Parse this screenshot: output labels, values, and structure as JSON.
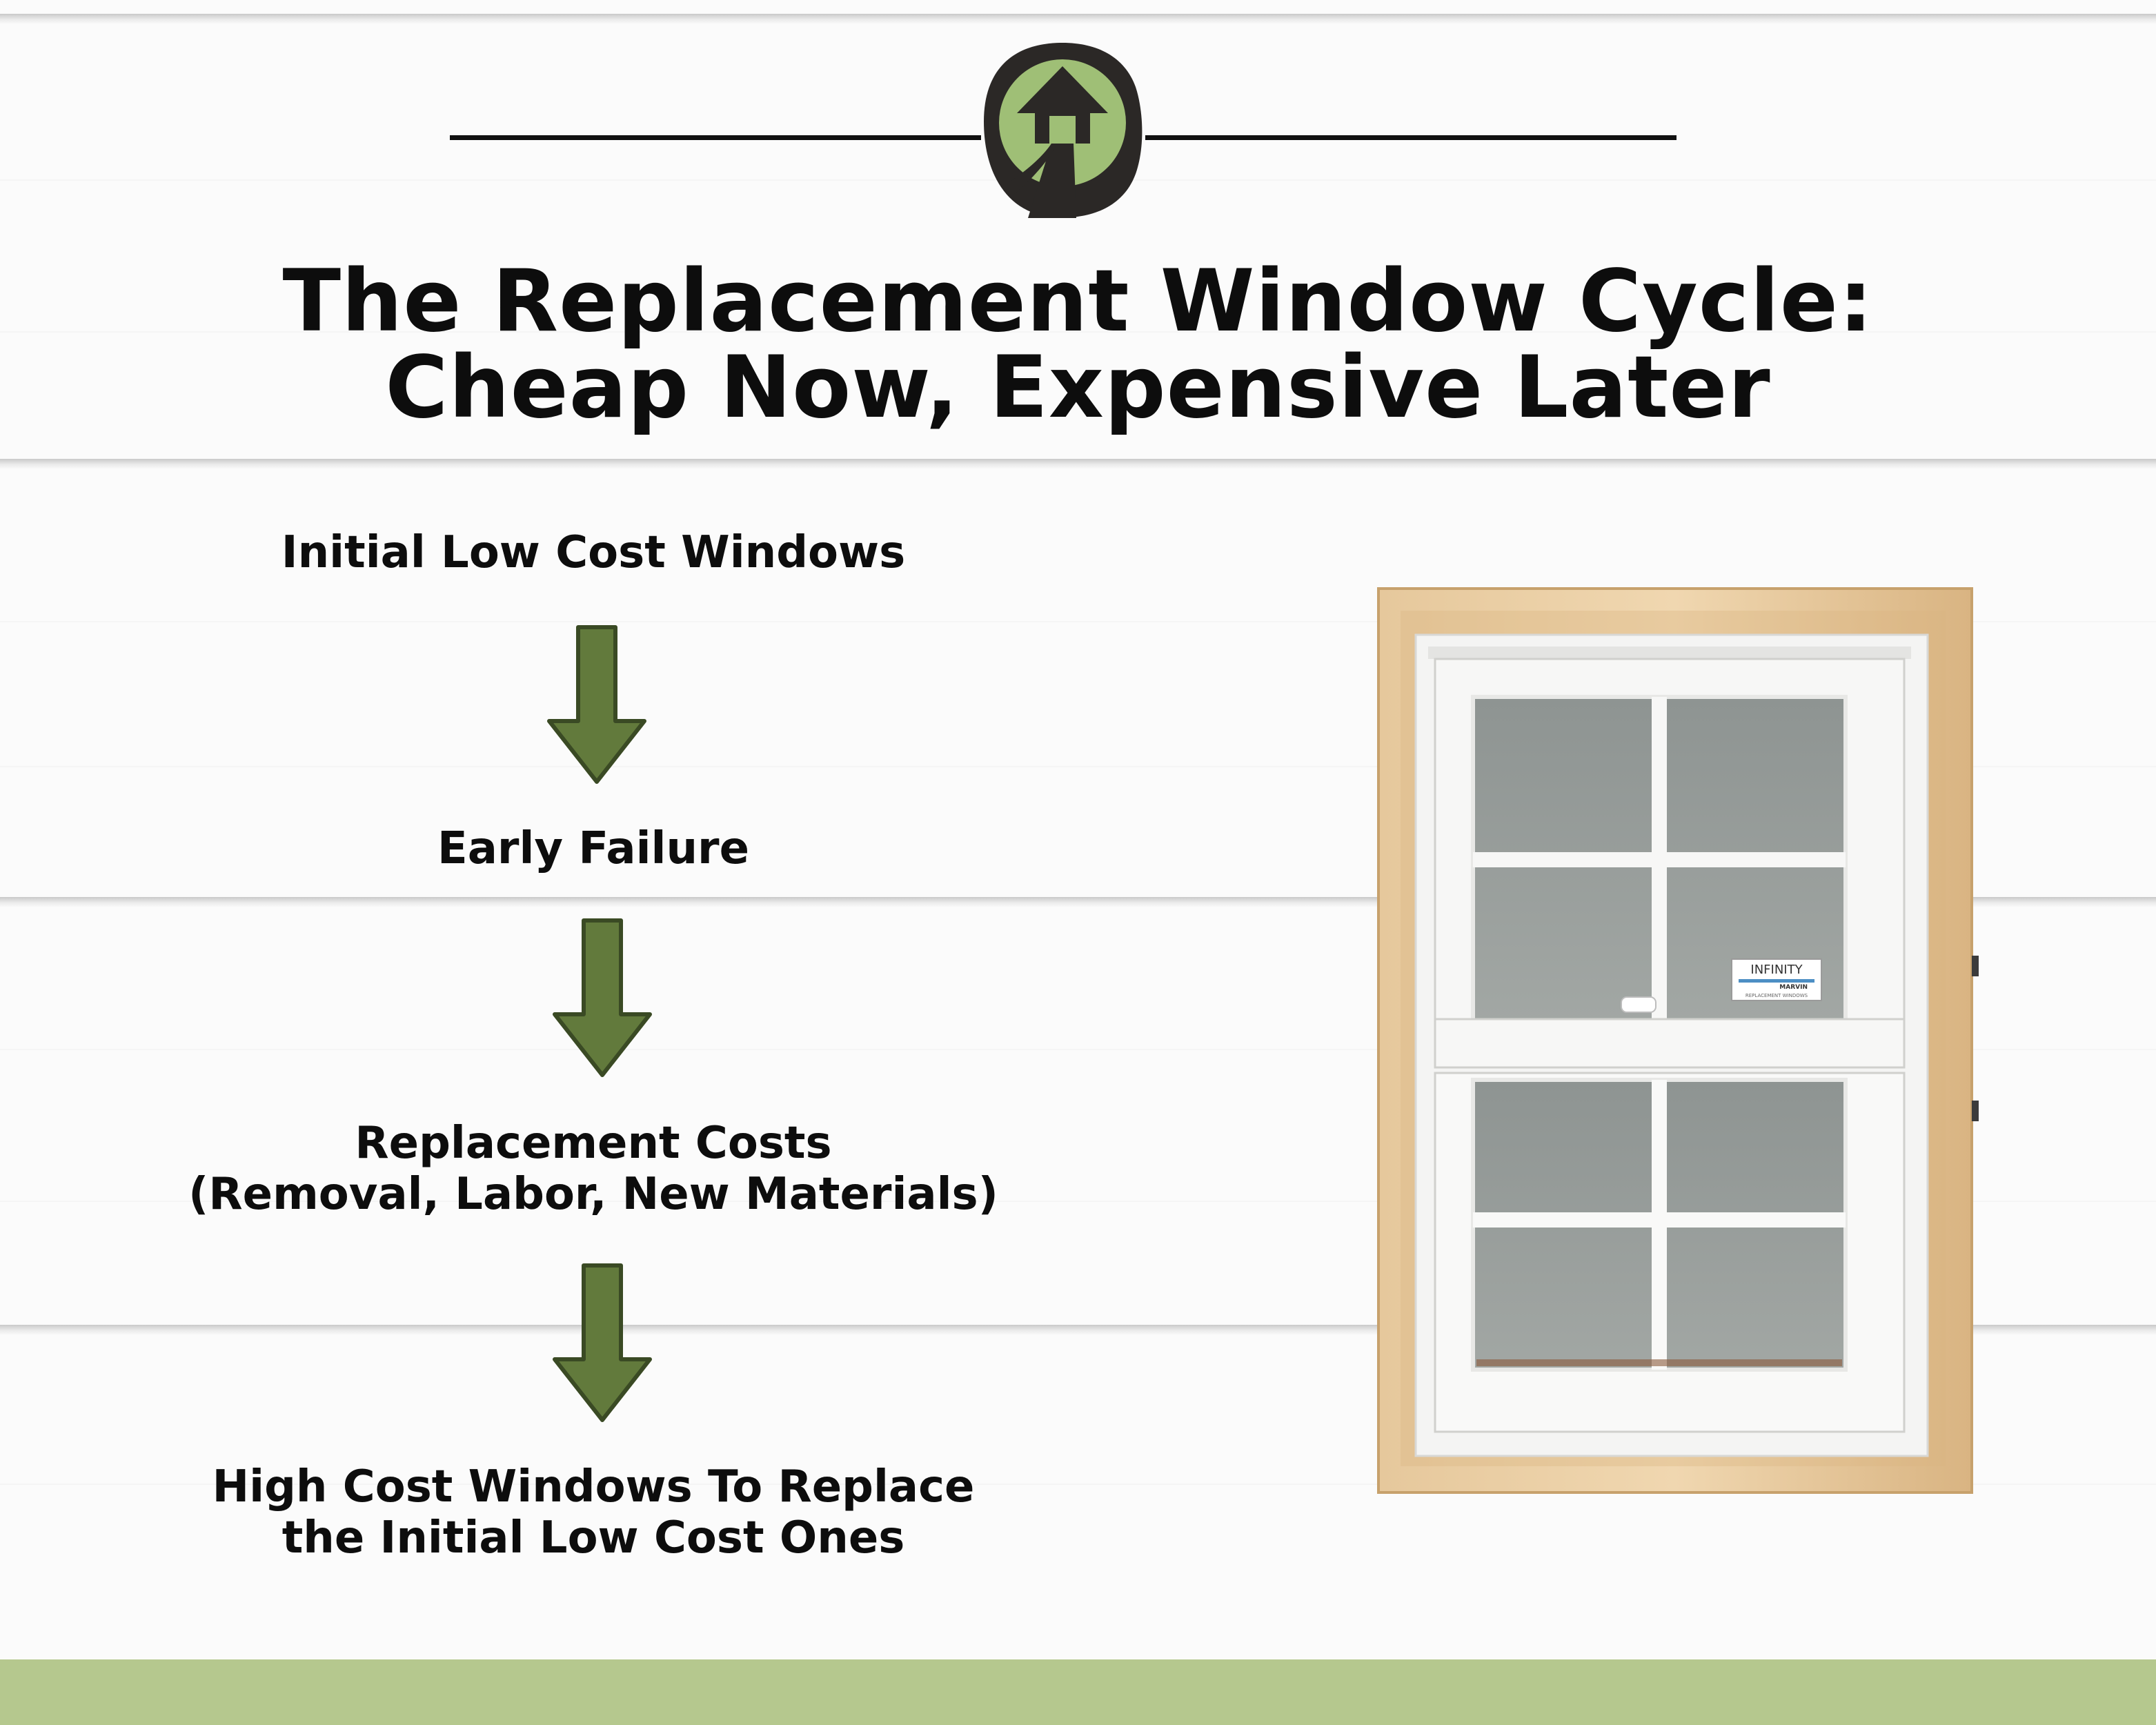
{
  "title": {
    "line1": "The Replacement Window Cycle:",
    "line2": "Cheap Now, Expensive Later"
  },
  "logo": {
    "icon": "house-road-icon",
    "colors": {
      "dark": "#2b2826",
      "green": "#9fbf76"
    }
  },
  "steps": [
    {
      "lines": [
        "Initial Low Cost Windows"
      ]
    },
    {
      "lines": [
        "Early Failure"
      ]
    },
    {
      "lines": [
        "Replacement Costs",
        "(Removal, Labor, New Materials)"
      ]
    },
    {
      "lines": [
        "High Cost Windows To Replace",
        "the Initial Low Cost Ones"
      ]
    }
  ],
  "arrows": {
    "icon": "arrow-down-icon",
    "fill": "#627a3c",
    "stroke": "#3a4a24",
    "count": 3
  },
  "window": {
    "badge_brand": "INFINITY",
    "badge_maker": "MARVIN",
    "badge_sub": "REPLACEMENT WINDOWS"
  },
  "colors": {
    "footer": "#b5c88e",
    "text": "#0d0d0d",
    "wood": "#e3c394"
  }
}
